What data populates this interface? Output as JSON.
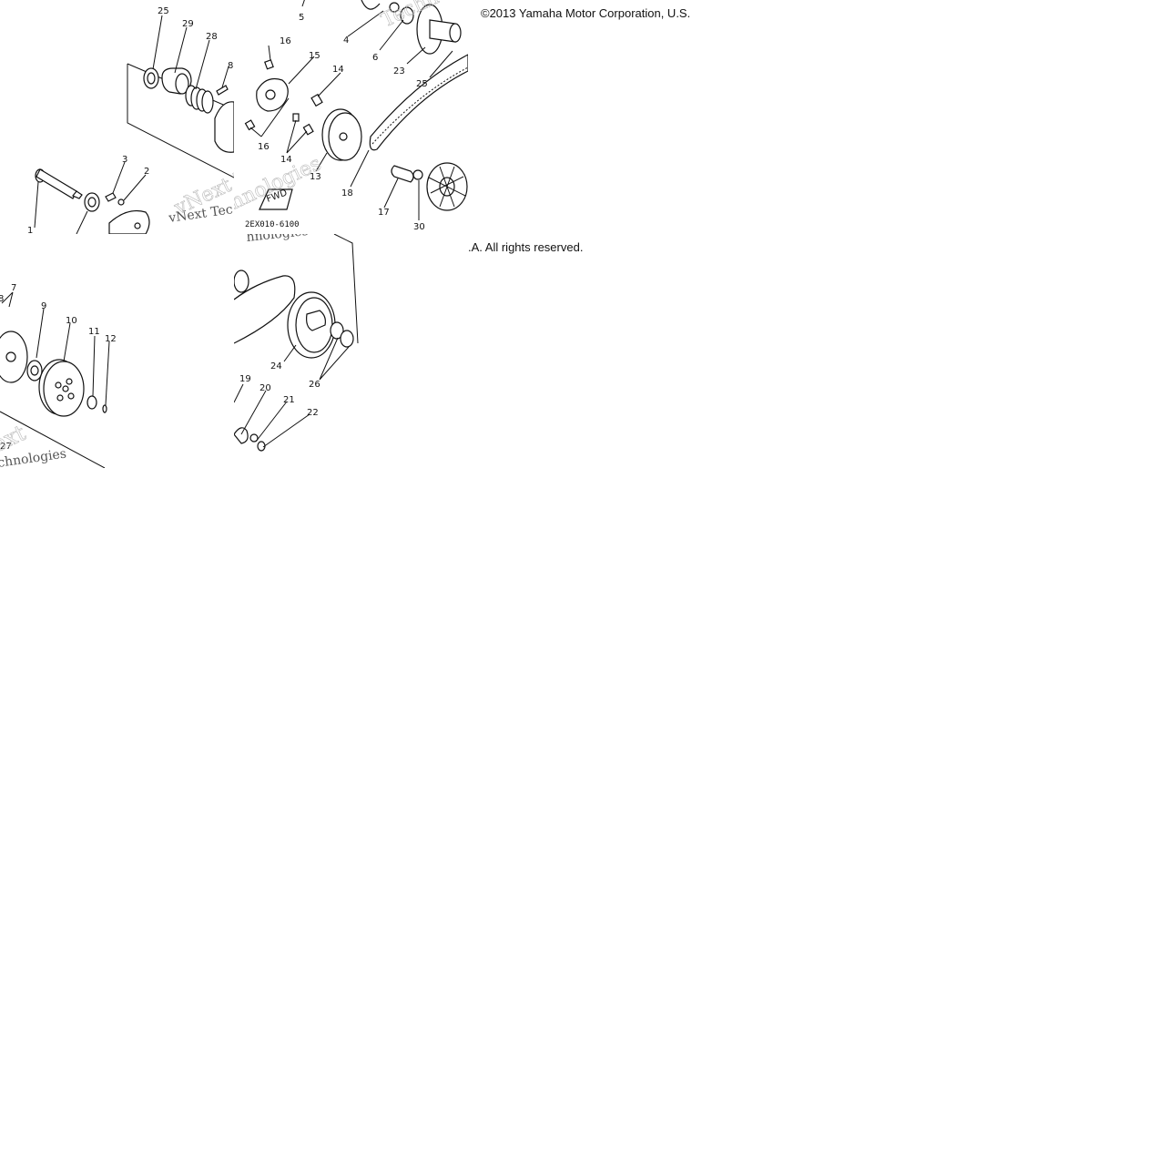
{
  "copyright": {
    "line_top": "©2013 Yamaha Motor Corporation, U.S.",
    "line_bottom": ".A. All rights reserved."
  },
  "watermark": {
    "brand_a": "vNext Tec",
    "brand_b": "hnologies",
    "tile_b_text": "Techn",
    "tile_c_text_a": "ext",
    "tile_c_text_b": "chnologies"
  },
  "diagram": {
    "fig_code": "2EX010-6100",
    "fwd_label": "FWD",
    "callouts": [
      "1",
      "2",
      "3",
      "4",
      "5",
      "6",
      "7",
      "8",
      "9",
      "10",
      "11",
      "12",
      "13",
      "14",
      "15",
      "16",
      "17",
      "18",
      "19",
      "20",
      "21",
      "22",
      "23",
      "24",
      "25",
      "26",
      "27",
      "28",
      "29",
      "30"
    ]
  }
}
